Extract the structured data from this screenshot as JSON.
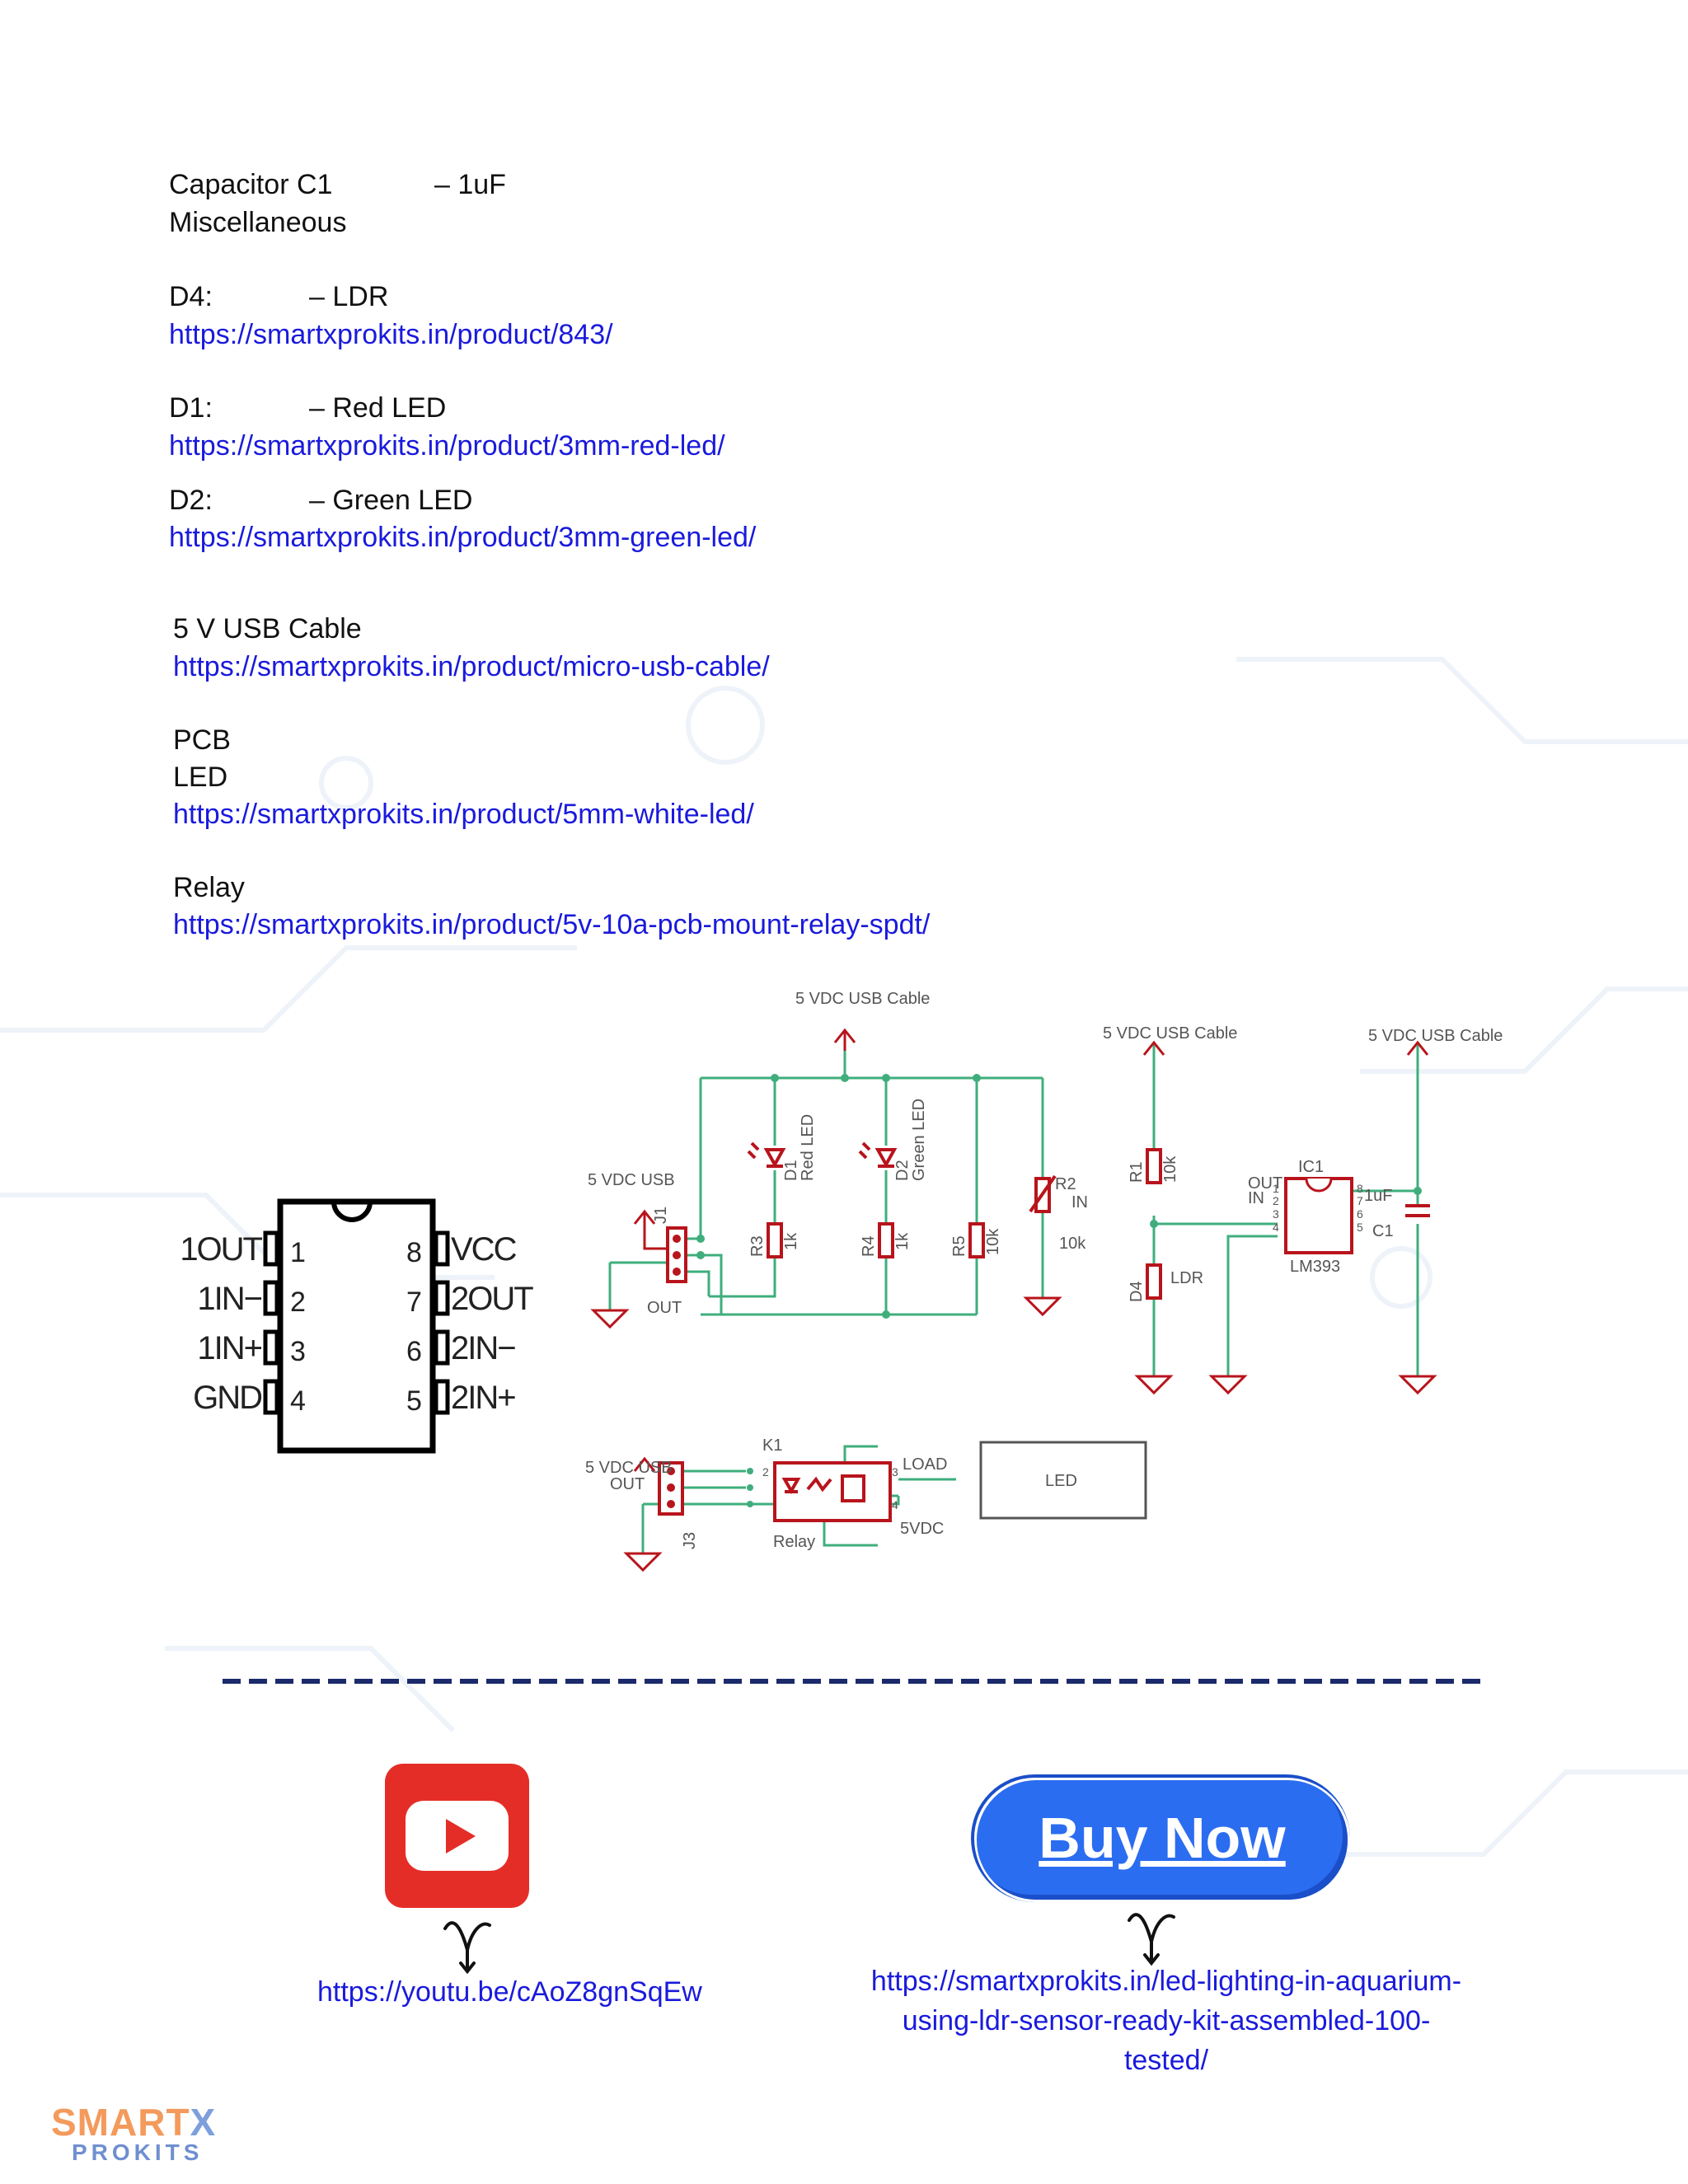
{
  "parts": {
    "capacitor": {
      "label": "Capacitor C1",
      "value": "– 1uF"
    },
    "misc": "Miscellaneous",
    "d4": {
      "label": "D4:",
      "value": "– LDR",
      "url": "https://smartxprokits.in/product/843/"
    },
    "d1": {
      "label": "D1:",
      "value": "– Red LED",
      "url": "https://smartxprokits.in/product/3mm-red-led/"
    },
    "d2": {
      "label": "D2:",
      "value": "– Green LED",
      "url": "https://smartxprokits.in/product/3mm-green-led/"
    },
    "usb": {
      "label": "5 V USB Cable",
      "url": "https://smartxprokits.in/product/micro-usb-cable/"
    },
    "pcb": "PCB",
    "led": {
      "label": "LED",
      "url": "https://smartxprokits.in/product/5mm-white-led/"
    },
    "relay": {
      "label": "Relay",
      "url": "https://smartxprokits.in/product/5v-10a-pcb-mount-relay-spdt/"
    }
  },
  "chip_pinout": {
    "left": [
      "1OUT",
      "1IN−",
      "1IN+",
      "GND"
    ],
    "left_nums": [
      "1",
      "2",
      "3",
      "4"
    ],
    "right": [
      "VCC",
      "2OUT",
      "2IN−",
      "2IN+"
    ],
    "right_nums": [
      "8",
      "7",
      "6",
      "5"
    ]
  },
  "schematic": {
    "usb_cable_1": "5 VDC USB Cable",
    "usb_cable_2": "5 VDC USB Cable",
    "usb_cable_3": "5 VDC USB Cable",
    "j1_label": "5 VDC USB",
    "j1": "J1",
    "out1": "OUT",
    "d1": "D1",
    "d1_name": "Red LED",
    "d2": "D2",
    "d2_name": "Green LED",
    "r3": "R3",
    "r3_val": "1k",
    "r4": "R4",
    "r4_val": "1k",
    "r5": "R5",
    "r5_val": "10k",
    "r2": "R2",
    "r2_in": "IN",
    "r2_val": "10k",
    "r1": "R1",
    "r1_val": "10k",
    "d4": "D4",
    "ldr": "LDR",
    "ic1": "IC1",
    "ic_out": "OUT",
    "ic_in": "IN",
    "ic_name": "LM393",
    "c1_val": "1uF",
    "c1": "C1",
    "pin1": "1",
    "pin2": "2",
    "pin3": "3",
    "pin4": "4",
    "pin5": "5",
    "pin6": "6",
    "pin7": "7",
    "pin8": "8",
    "j3_label": "5 VDC USB",
    "out3": "OUT",
    "j3": "J3",
    "k1": "K1",
    "relay": "Relay",
    "load": "LOAD",
    "vdc5": "5VDC",
    "led_box": "LED",
    "k_pin2": "2",
    "k_pin3": "3",
    "k_pin4": "4"
  },
  "footer": {
    "youtube_url": "https://youtu.be/cAoZ8gnSqEw",
    "buy_label": "Buy Now",
    "buy_url": "https://smartxprokits.in/led-lighting-in-aquarium-using-ldr-sensor-ready-kit-assembled-100-tested/",
    "buy_url_lines": [
      "https://smartxprokits.in/led-lighting-in-aquarium-",
      "using-ldr-sensor-ready-kit-assembled-100-",
      "tested/"
    ],
    "logo_top": "SMART",
    "logo_x": "X",
    "logo_bottom": "PROKITS"
  },
  "colors": {
    "link": "#1a1adc",
    "wire": "#3fae7c",
    "component": "#b8141c",
    "dash": "#1a2a6b",
    "youtube": "#e52d27",
    "buy": "#2b6df0"
  }
}
